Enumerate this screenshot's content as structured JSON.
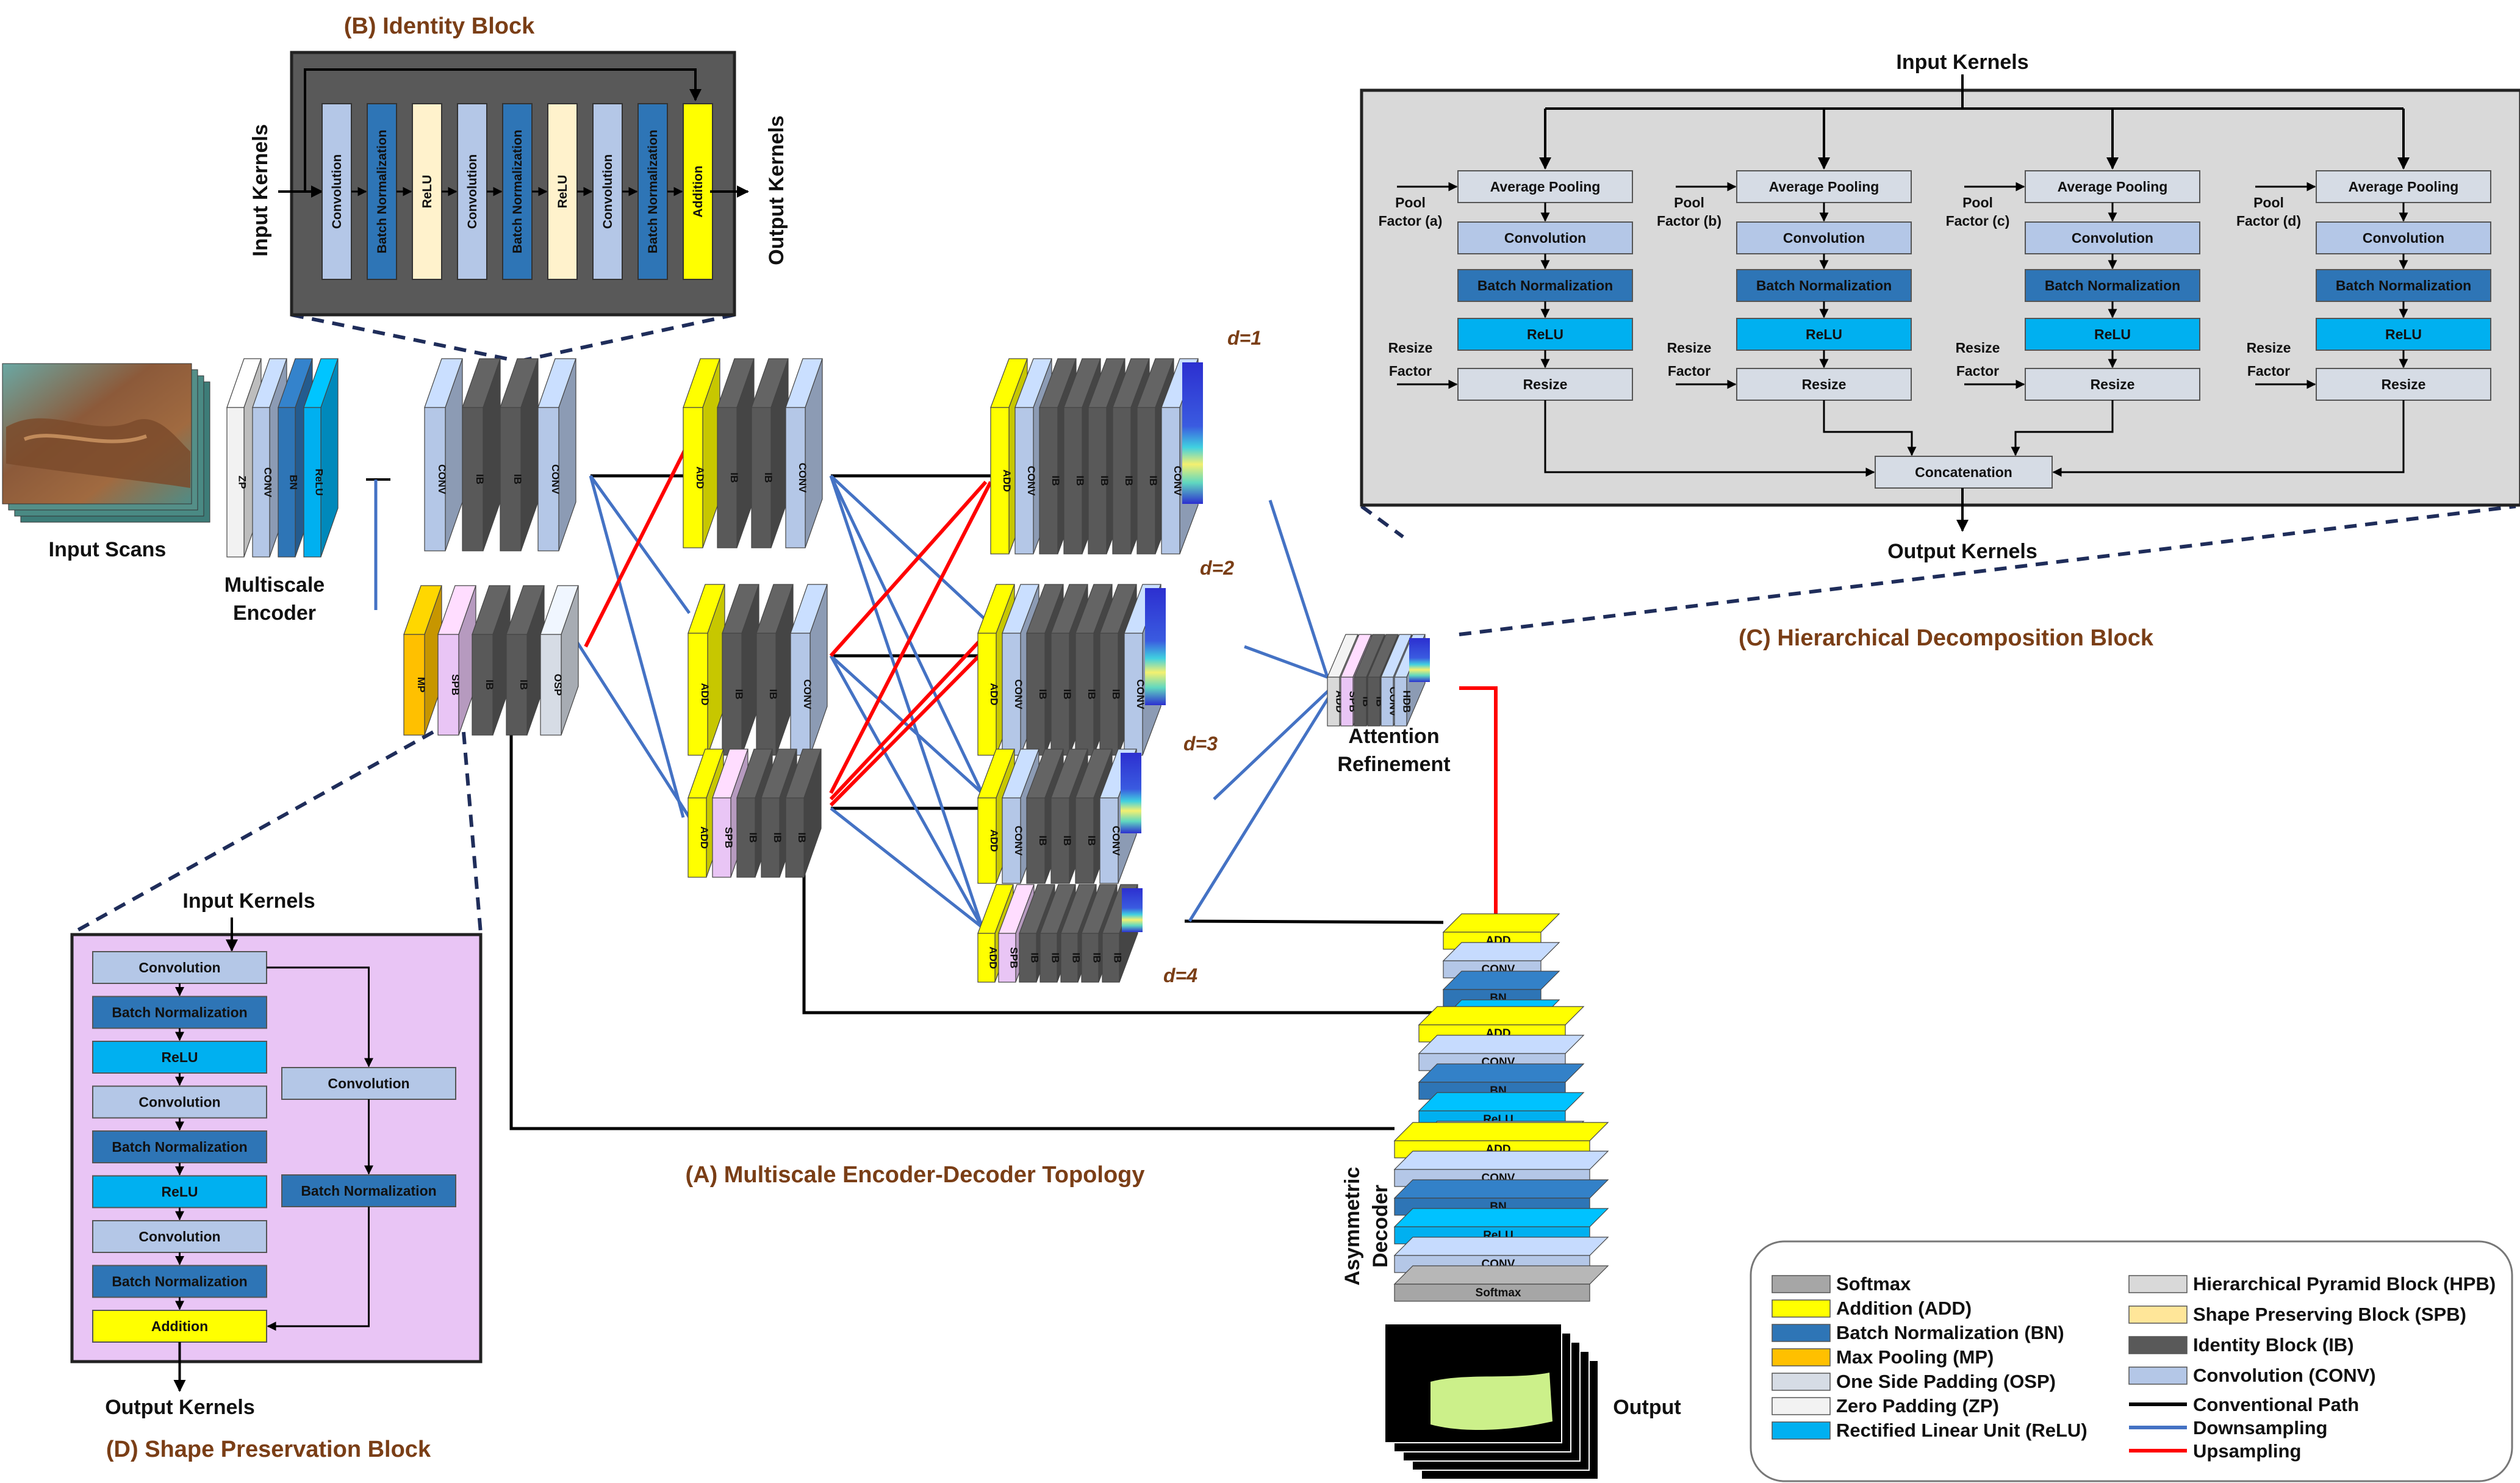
{
  "colors": {
    "softmax": "#a6a6a6",
    "add": "#ffff00",
    "bn": "#2e75b6",
    "mp": "#ffc000",
    "osp": "#d6dce5",
    "zp": "#f2f2f2",
    "relu": "#00b0f0",
    "hpb": "#d9d9d9",
    "spb": "#ffe699",
    "ib": "#595959",
    "conv": "#b4c7e7",
    "path": "#000000",
    "down": "#4472c4",
    "up": "#ff0000",
    "spb_panel": "#e9c5f5",
    "hdb_panel": "#d9d9d9",
    "caption": "#7a3e16"
  },
  "captions": {
    "a": "(A) Multiscale Encoder-Decoder Topology",
    "b": "(B) Identity Block",
    "c": "(C) Hierarchical Decomposition Block",
    "d": "(D) Shape Preservation Block"
  },
  "labels": {
    "input_scans": "Input Scans",
    "encoder_1": "Multiscale",
    "encoder_2": "Encoder",
    "attention_1": "Attention",
    "attention_2": "Refinement",
    "decoder_1": "Asymmetric",
    "decoder_2": "Decoder",
    "output": "Output",
    "input_kernels": "Input Kernels",
    "output_kernels": "Output Kernels",
    "d1": "d=1",
    "d2": "d=2",
    "d3": "d=3",
    "d4": "d=4"
  },
  "identity_block": {
    "layers": [
      "Convolution",
      "Batch Normalization",
      "ReLU",
      "Convolution",
      "Batch Normalization",
      "ReLU",
      "Convolution",
      "Batch Normalization",
      "Addition"
    ]
  },
  "hdb": {
    "pool_factors": [
      "Factor (a)",
      "Factor (b)",
      "Factor (c)",
      "Factor (d)"
    ],
    "pool_word": "Pool",
    "resize_word": "Resize",
    "factor_word": "Factor",
    "layers": [
      "Average Pooling",
      "Convolution",
      "Batch Normalization",
      "ReLU",
      "Resize"
    ],
    "concat": "Concatenation"
  },
  "spb": {
    "left": [
      "Convolution",
      "Batch Normalization",
      "ReLU",
      "Convolution",
      "Batch Normalization",
      "ReLU",
      "Convolution",
      "Batch Normalization",
      "Addition"
    ],
    "right": [
      "Convolution",
      "Batch Normalization"
    ]
  },
  "encoder_labels": {
    "stem": [
      "ZP",
      "CONV",
      "BN",
      "ReLU"
    ],
    "s1": [
      "CONV",
      "IB",
      "IB",
      "CONV"
    ],
    "s2": [
      "MP",
      "SPB",
      "IB",
      "IB",
      "OSP"
    ],
    "m1": [
      "ADD",
      "IB",
      "IB",
      "CONV"
    ],
    "m2": [
      "ADD",
      "IB",
      "IB",
      "CONV"
    ],
    "m3": [
      "ADD",
      "SPB",
      "IB",
      "IB",
      "IB"
    ],
    "r1": [
      "ADD",
      "CONV",
      "IB",
      "IB",
      "IB",
      "IB",
      "IB",
      "CONV"
    ],
    "r2": [
      "ADD",
      "CONV",
      "IB",
      "IB",
      "IB",
      "IB",
      "CONV"
    ],
    "r3": [
      "ADD",
      "CONV",
      "IB",
      "IB",
      "IB",
      "CONV"
    ],
    "r4": [
      "ADD",
      "SPB",
      "IB",
      "IB",
      "IB",
      "IB",
      "IB"
    ],
    "attn": [
      "ADD",
      "SPB",
      "IB",
      "IB",
      "CONV",
      "HDB"
    ]
  },
  "decoder": {
    "s1": [
      "ADD",
      "CONV",
      "BN",
      "ReLU"
    ],
    "s2": [
      "ADD",
      "CONV",
      "BN",
      "ReLU",
      "CONV"
    ],
    "s3": [
      "ADD",
      "CONV",
      "BN",
      "ReLU",
      "CONV",
      "Softmax"
    ]
  },
  "legend": {
    "left": [
      {
        "label": "Softmax",
        "color": "#a6a6a6"
      },
      {
        "label": "Addition (ADD)",
        "color": "#ffff00"
      },
      {
        "label": "Batch Normalization (BN)",
        "color": "#2e75b6"
      },
      {
        "label": "Max Pooling (MP)",
        "color": "#ffc000"
      },
      {
        "label": "One Side Padding (OSP)",
        "color": "#d6dce5"
      },
      {
        "label": "Zero Padding (ZP)",
        "color": "#f2f2f2"
      },
      {
        "label": "Rectified Linear Unit (ReLU)",
        "color": "#00b0f0"
      }
    ],
    "right": [
      {
        "label": "Hierarchical Pyramid Block (HPB)",
        "color": "#d9d9d9"
      },
      {
        "label": "Shape Preserving Block (SPB)",
        "color": "#ffe699"
      },
      {
        "label": "Identity Block (IB)",
        "color": "#595959"
      },
      {
        "label": "Convolution (CONV)",
        "color": "#b4c7e7"
      }
    ],
    "lines": [
      {
        "label": "Conventional Path",
        "color": "#000000"
      },
      {
        "label": "Downsampling",
        "color": "#4472c4"
      },
      {
        "label": "Upsampling",
        "color": "#ff0000"
      }
    ]
  }
}
